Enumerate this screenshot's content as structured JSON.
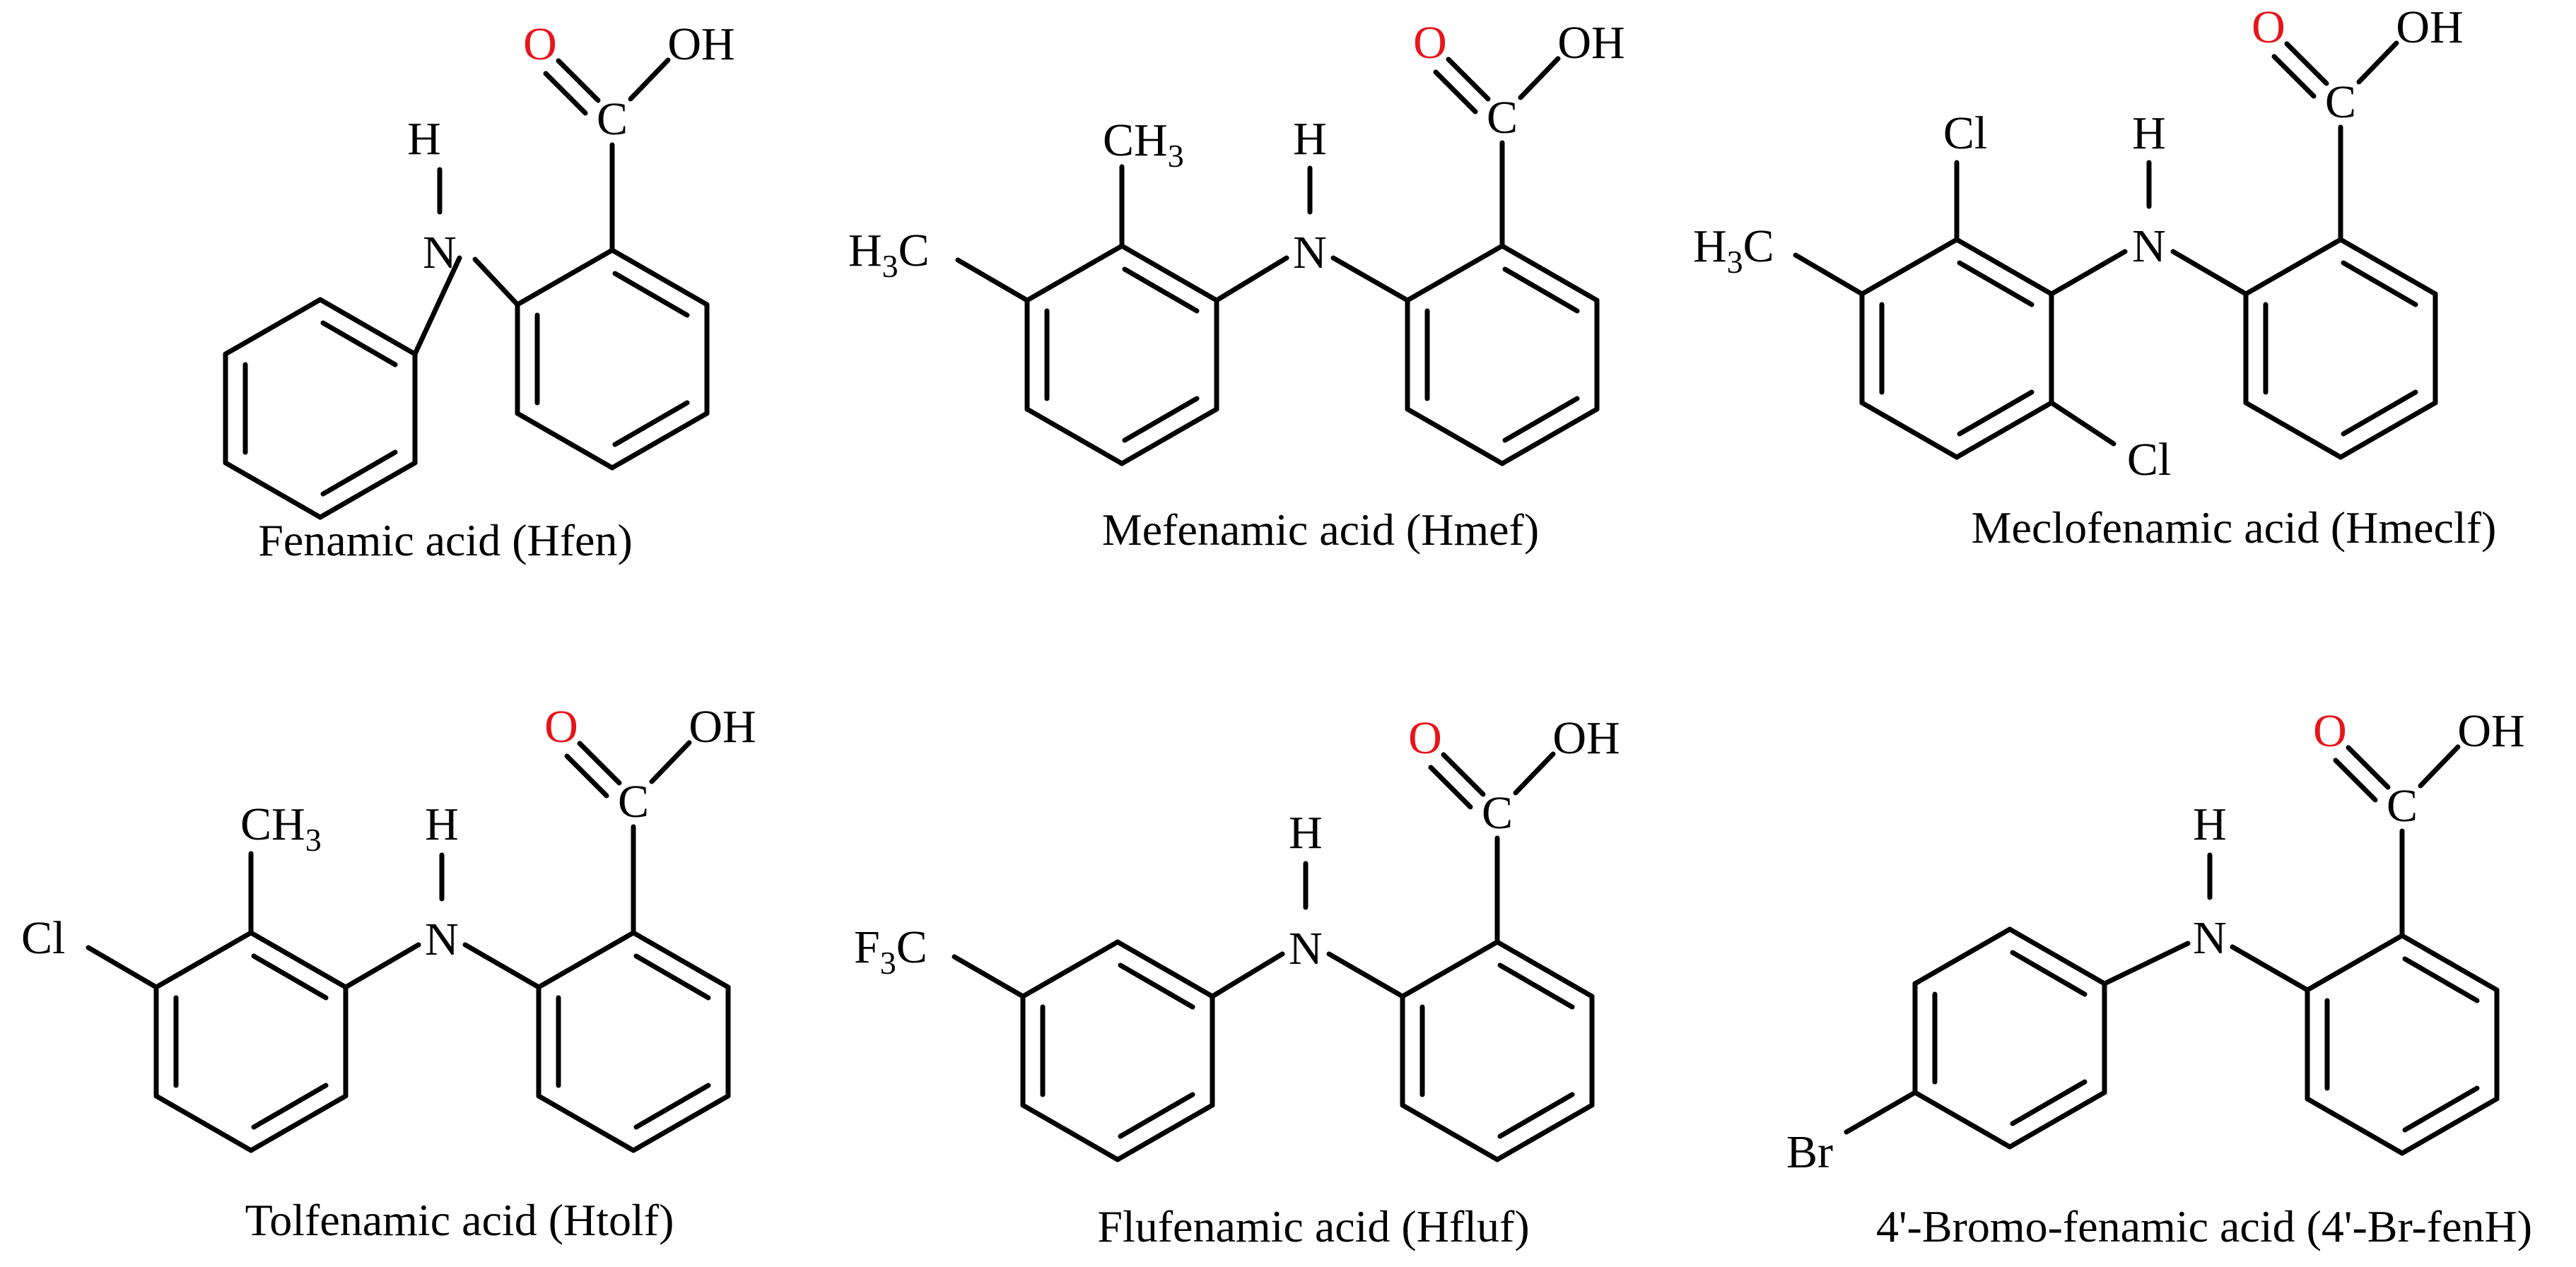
{
  "figure": {
    "background": "#ffffff",
    "bond_color": "#000000",
    "oxygen_color": "#e8141b",
    "molecules": [
      {
        "caption": "Fenamic acid (Hfen)",
        "labels": {
          "o": "O",
          "oh": "OH",
          "c": "C",
          "nh_h": "H",
          "nh_n": "N"
        }
      },
      {
        "caption": "Mefenamic acid (Hmef)",
        "labels": {
          "o": "O",
          "oh": "OH",
          "c": "C",
          "nh_h": "H",
          "nh_n": "N",
          "me_top": "CH",
          "me_top_sub": "3",
          "me_left": "H",
          "me_left_sub": "3",
          "me_left_c": "C"
        }
      },
      {
        "caption": "Meclofenamic acid (Hmeclf)",
        "labels": {
          "o": "O",
          "oh": "OH",
          "c": "C",
          "nh_h": "H",
          "nh_n": "N",
          "cl_top": "Cl",
          "cl_bottom": "Cl",
          "me_left": "H",
          "me_left_sub": "3",
          "me_left_c": "C"
        }
      },
      {
        "caption": "Tolfenamic acid (Htolf)",
        "labels": {
          "o": "O",
          "oh": "OH",
          "c": "C",
          "nh_h": "H",
          "nh_n": "N",
          "me_top": "CH",
          "me_top_sub": "3",
          "cl_left": "Cl"
        }
      },
      {
        "caption": "Flufenamic acid (Hfluf)",
        "labels": {
          "o": "O",
          "oh": "OH",
          "c": "C",
          "nh_h": "H",
          "nh_n": "N",
          "cf3": "F",
          "cf3_sub": "3",
          "cf3_c": "C"
        }
      },
      {
        "caption": "4'-Bromo-fenamic acid (4'-Br-fenH)",
        "labels": {
          "o": "O",
          "oh": "OH",
          "c": "C",
          "nh_h": "H",
          "nh_n": "N",
          "br": "Br"
        }
      }
    ]
  }
}
